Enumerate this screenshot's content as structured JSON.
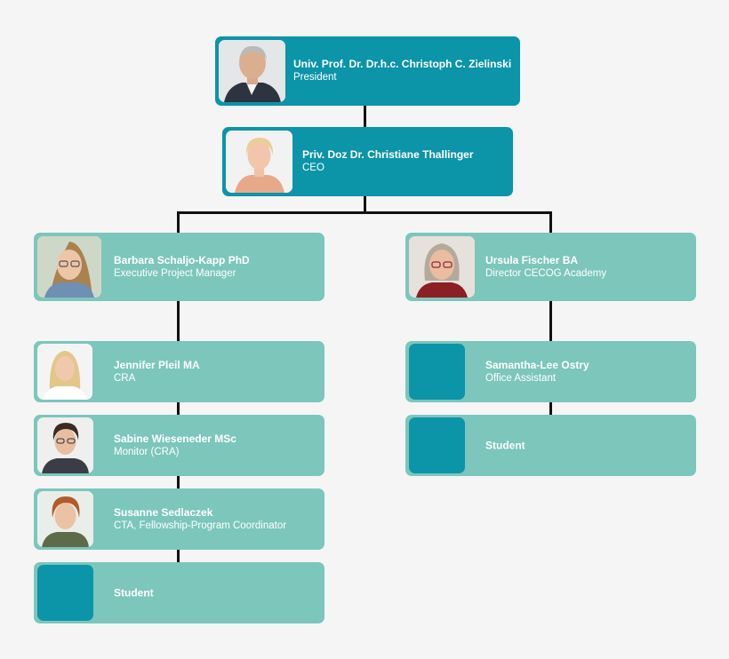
{
  "people": [
    {
      "name": "Univ. Prof. Dr. Dr.h.c. Christoph C. Zielinski",
      "role": "President",
      "icon": "portrait-man-gray-hair-suit"
    },
    {
      "name": "Priv. Doz Dr. Christiane Thallinger",
      "role": "CEO",
      "icon": "portrait-woman-blonde"
    },
    {
      "name": "Barbara Schaljo-Kapp PhD",
      "role": "Executive Project Manager",
      "icon": "portrait-woman-glasses"
    },
    {
      "name": "Ursula Fischer BA",
      "role": "Director CECOG Academy",
      "icon": "portrait-woman-glasses-red"
    },
    {
      "name": "Jennifer Pleil MA",
      "role": "CRA",
      "icon": "portrait-woman-blonde-long"
    },
    {
      "name": "Sabine Wieseneder MSc",
      "role": "Monitor (CRA)",
      "icon": "portrait-woman-dark-hair"
    },
    {
      "name": "Susanne Sedlaczek",
      "role": "CTA, Fellowship-Program Coordinator",
      "icon": "portrait-woman-short-red-hair"
    },
    {
      "name": "Student",
      "role": "",
      "icon": "placeholder-photo"
    },
    {
      "name": "Samantha-Lee Ostry",
      "role": "Office Assistant",
      "icon": "placeholder-photo"
    },
    {
      "name": "Student",
      "role": "",
      "icon": "placeholder-photo"
    }
  ],
  "colors": {
    "dark_box": "#0c94a9",
    "light_box": "#7cc6bc",
    "connector": "#111111"
  }
}
